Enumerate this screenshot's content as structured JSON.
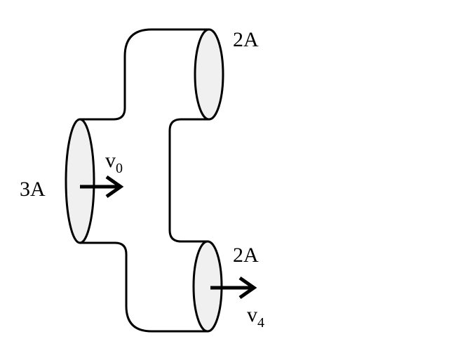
{
  "labels": {
    "inlet_area": "3A",
    "top_outlet_area": "2A",
    "bottom_outlet_area": "2A",
    "inlet_velocity": {
      "symbol": "v",
      "subscript": "0"
    },
    "bottom_velocity": {
      "symbol": "v",
      "subscript": "4"
    }
  },
  "colors": {
    "outline": "#000000",
    "opening_fill": "#f0f0f0",
    "background": "#ffffff"
  }
}
